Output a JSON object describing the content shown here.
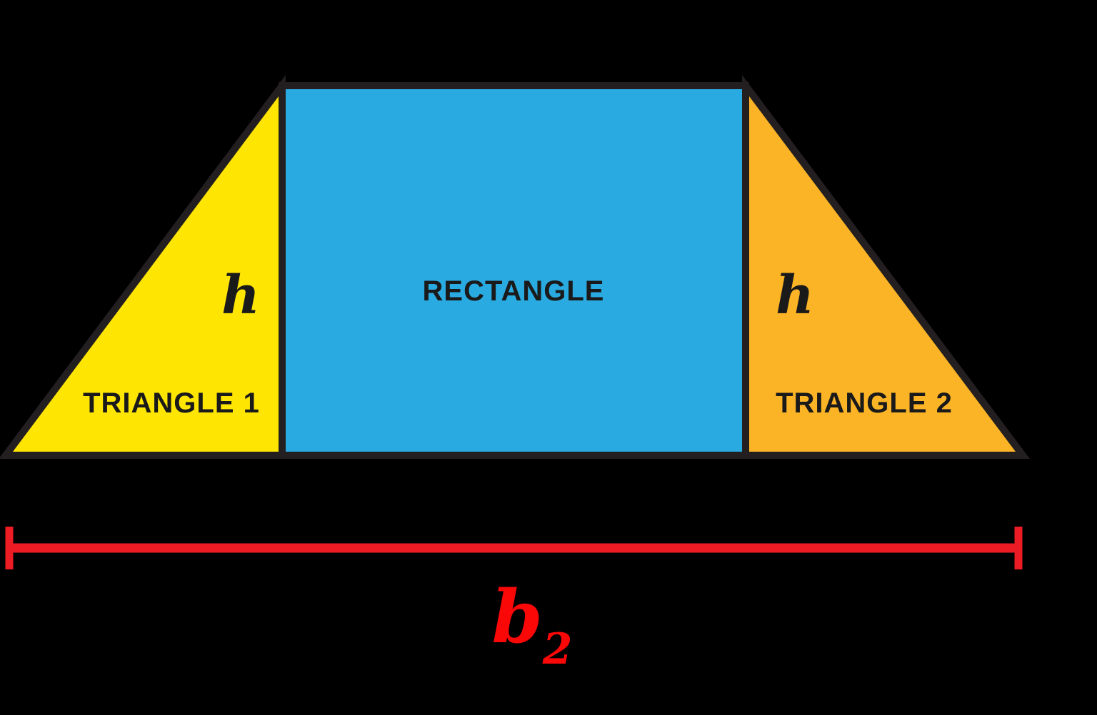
{
  "colors": {
    "background": "#000000",
    "outline": "#231F20",
    "triangle1_fill": "#FEE502",
    "rectangle_fill": "#29AAE1",
    "triangle2_fill": "#FBB425",
    "dimension_line": "#EC1B24",
    "dimension_text": "#FA0707",
    "label_text": "#1A1A1A"
  },
  "figure": {
    "triangle1": {
      "label": "TRIANGLE 1",
      "height_label": "h"
    },
    "rectangle": {
      "label": "RECTANGLE"
    },
    "triangle2": {
      "label": "TRIANGLE 2",
      "height_label": "h"
    },
    "dimension": {
      "base": "b",
      "subscript": "2"
    }
  }
}
